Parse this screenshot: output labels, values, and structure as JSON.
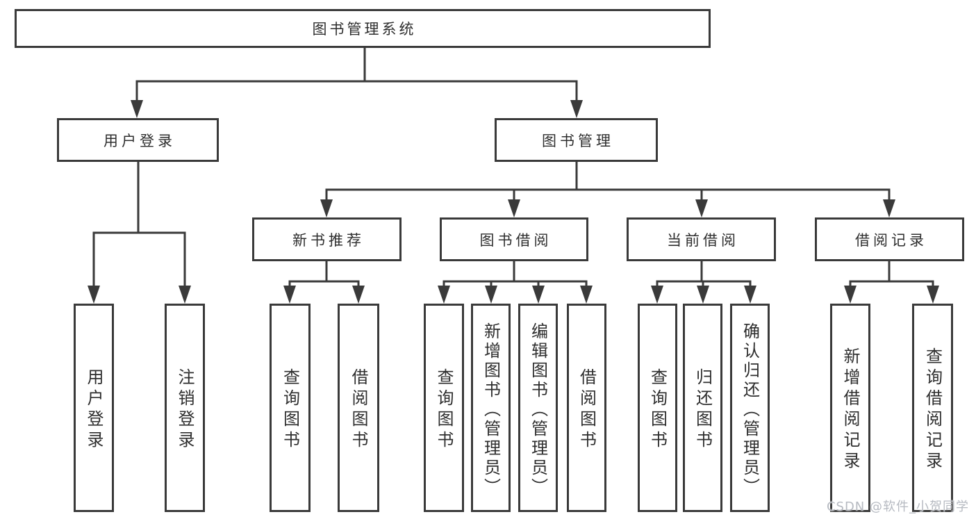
{
  "diagram": {
    "root": {
      "label": "图书管理系统"
    },
    "branches": [
      {
        "label": "用户登录",
        "children": [
          {
            "label": "用户登录"
          },
          {
            "label": "注销登录"
          }
        ]
      },
      {
        "label": "图书管理",
        "children": [
          {
            "label": "新书推荐",
            "children": [
              {
                "label": "查询图书"
              },
              {
                "label": "借阅图书"
              }
            ]
          },
          {
            "label": "图书借阅",
            "children": [
              {
                "label": "查询图书"
              },
              {
                "label": "新增图书（管理员）"
              },
              {
                "label": "编辑图书（管理员）"
              },
              {
                "label": "借阅图书"
              }
            ]
          },
          {
            "label": "当前借阅",
            "children": [
              {
                "label": "查询图书"
              },
              {
                "label": "归还图书"
              },
              {
                "label": "确认归还（管理员）"
              }
            ]
          },
          {
            "label": "借阅记录",
            "children": [
              {
                "label": "新增借阅记录"
              },
              {
                "label": "查询借阅记录"
              }
            ]
          }
        ]
      }
    ]
  },
  "watermark": {
    "text": "CSDN @软件_小贺同学"
  },
  "colors": {
    "line": "#3a3a3a",
    "text": "#2e2e2e",
    "background": "#ffffff",
    "watermark": "#b6bac1"
  }
}
